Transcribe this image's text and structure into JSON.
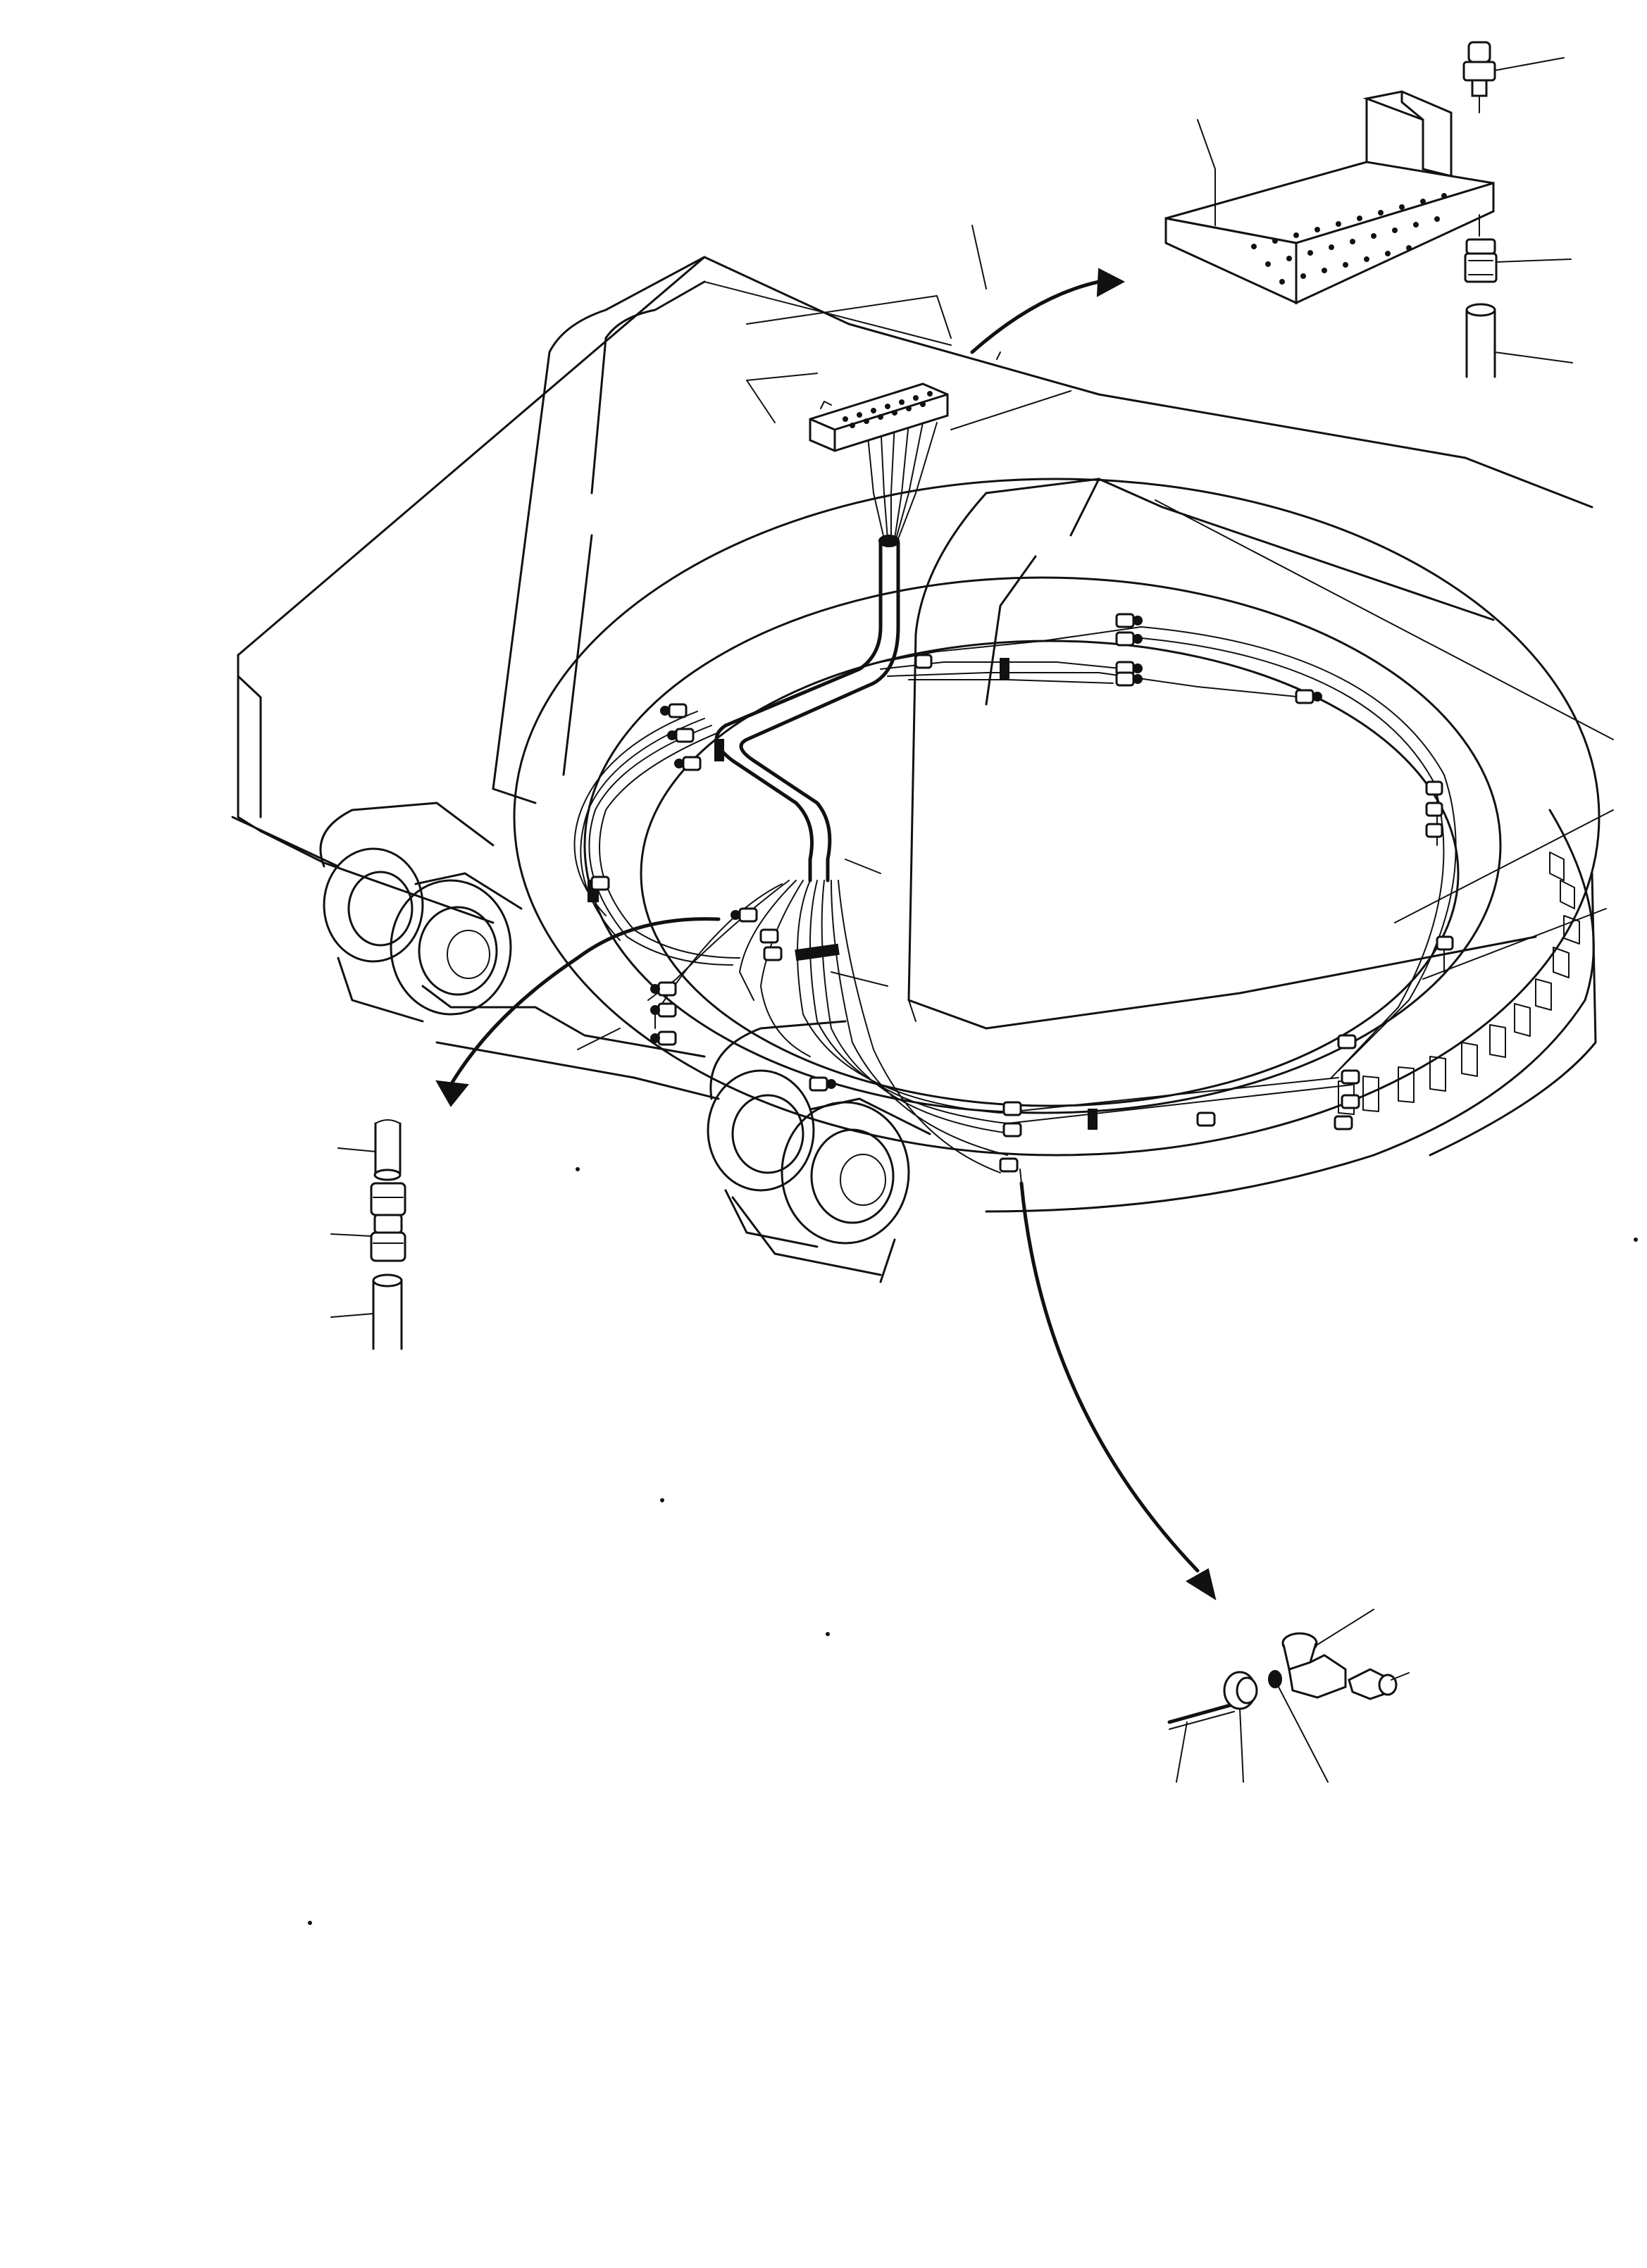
{
  "figure": {
    "kind": "exploded parts drawing",
    "printed_text": []
  },
  "parts": {
    "main_assembly": "grease-line-harness-on-revolving-frame",
    "detail_top_right": [
      "grease-nipple",
      "connector-block",
      "adapter-nut",
      "hose"
    ],
    "detail_left": [
      "hose-upper",
      "union-fitting",
      "hose-lower"
    ],
    "detail_bottom_right": [
      "tube",
      "nut",
      "washer",
      "elbow-fitting",
      "grease-nipple"
    ]
  },
  "colors": {
    "ink": "#111111",
    "paper": "#ffffff"
  }
}
